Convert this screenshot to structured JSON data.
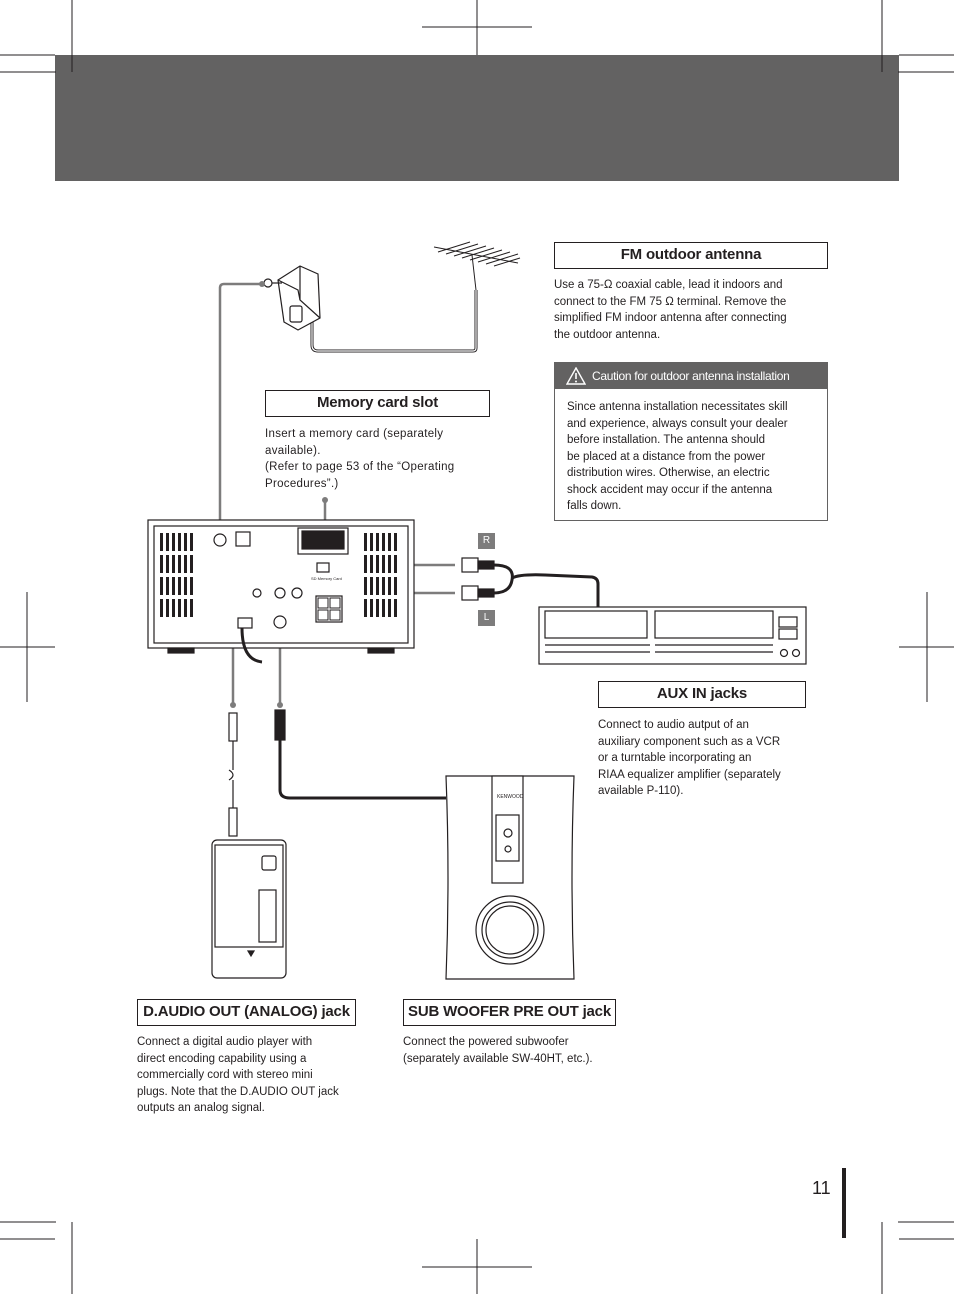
{
  "page": {
    "number": "11"
  },
  "sections": {
    "fm_antenna": {
      "heading": "FM outdoor antenna",
      "lines": [
        "Use a 75-Ω coaxial cable, lead it indoors and",
        "connect to the FM 75 Ω terminal. Remove the",
        "simplified FM indoor antenna after connecting",
        "the outdoor antenna."
      ]
    },
    "caution": {
      "title": "Caution for outdoor antenna installation",
      "icon": "warning-triangle-icon",
      "lines": [
        "Since antenna installation necessitates skill",
        "and experience, always consult your dealer",
        "before installation. The antenna should",
        "be placed at a distance from the power",
        "distribution wires. Otherwise, an electric",
        "shock accident may occur if the antenna",
        "falls down."
      ]
    },
    "memory_card": {
      "heading": "Memory card slot",
      "lines": [
        "Insert a memory card (separately",
        "available).",
        "(Refer to page 53 of the “Operating",
        "Procedures”.)"
      ]
    },
    "aux_in": {
      "heading": "AUX IN jacks",
      "lines": [
        "Connect to audio autput of an",
        "auxiliary component such as a VCR",
        "or a turntable incorporating an",
        "RIAA equalizer amplifier (separately",
        "available P-110)."
      ]
    },
    "d_audio_out": {
      "heading": "D.AUDIO OUT (ANALOG) jack",
      "lines": [
        "Connect a digital audio player with",
        "direct encoding capability using a",
        "commercially cord with stereo mini",
        "plugs. Note that the D.AUDIO OUT jack",
        "outputs an analog signal."
      ]
    },
    "sub_woofer": {
      "heading": "SUB WOOFER PRE OUT jack",
      "lines": [
        "Connect the powered subwoofer",
        "(separately available SW-40HT, etc.)."
      ]
    }
  },
  "diagram": {
    "tag_right": "R",
    "tag_left": "L",
    "slot_label": "SD Memory Card",
    "speaker_brand": "KENWOOD"
  },
  "colors": {
    "header_band": "#636262",
    "text": "#231f20",
    "cable": "#231f20",
    "pointer_line": "#7d7c7c"
  }
}
